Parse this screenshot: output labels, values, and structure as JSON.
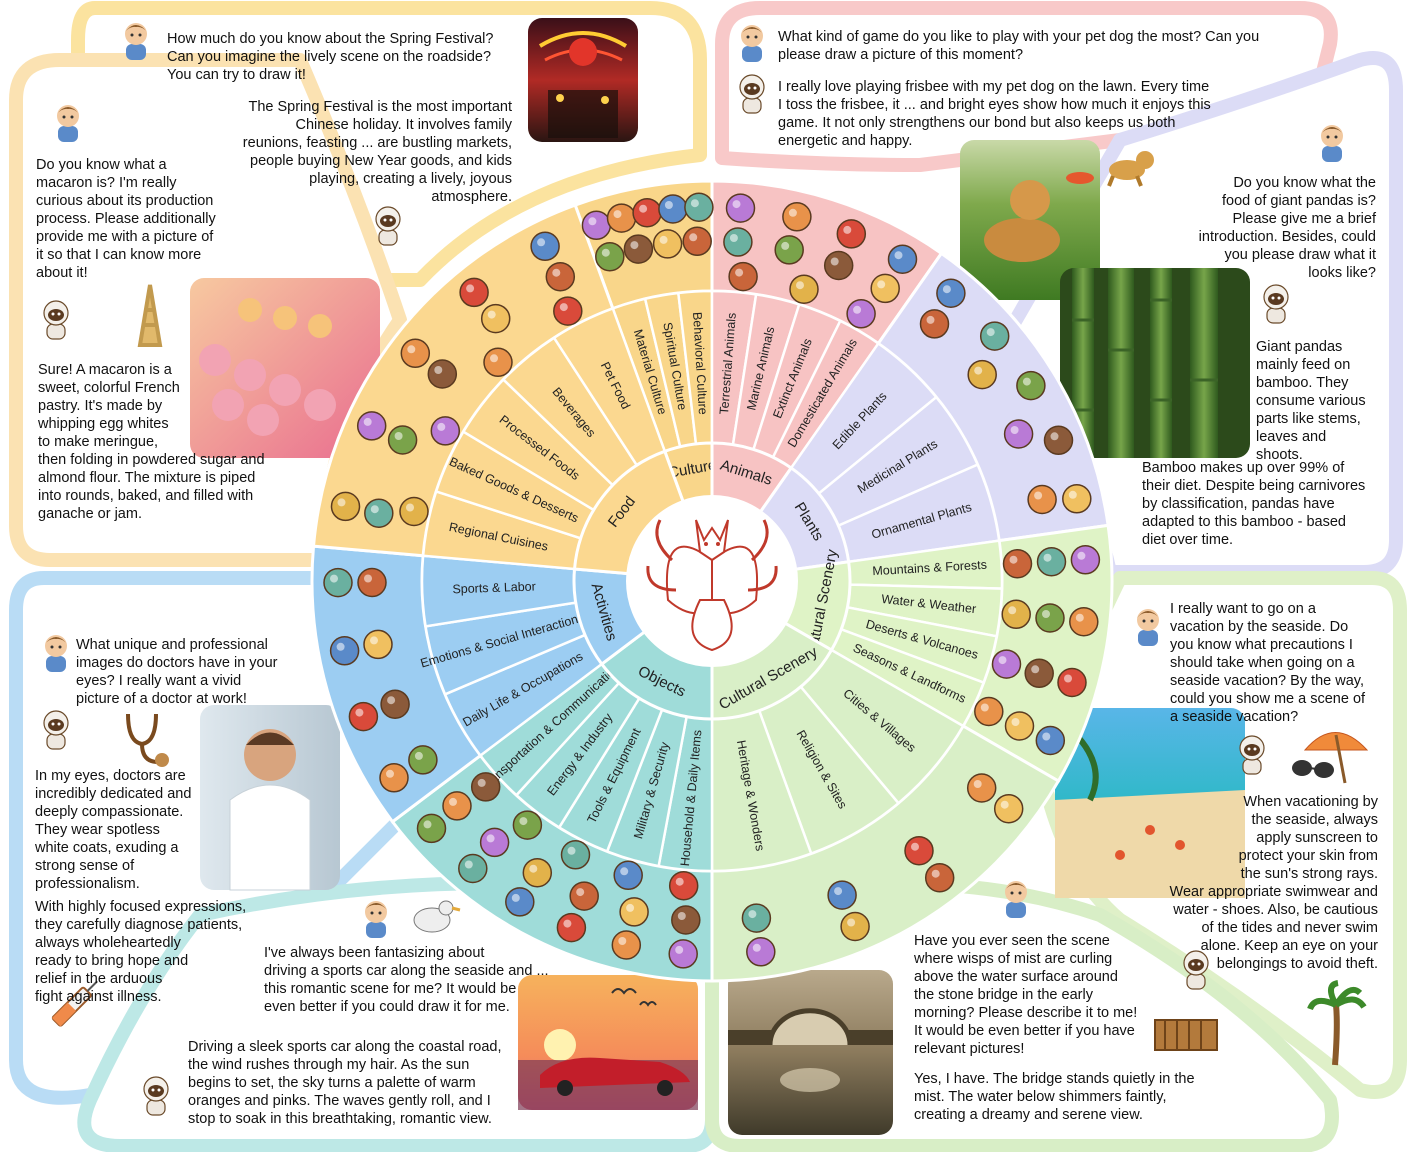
{
  "center_icon": "nine-tailed-fox-icon",
  "colors": {
    "culture": "#f9d68a",
    "animals": "#f7c3c3",
    "plants": "#dcdcf6",
    "natural": "#dff3c6",
    "cultural": "#d9efc7",
    "objects": "#9fdcd9",
    "activities": "#9ccdf2",
    "food": "#fbd890"
  },
  "categories": [
    {
      "id": "culture",
      "label": "Culture",
      "subs": [
        "Material Culture",
        "Spiritual Culture",
        "Behavioral Culture"
      ]
    },
    {
      "id": "animals",
      "label": "Animals",
      "subs": [
        "Terrestrial Animals",
        "Marine Animals",
        "Extinct Animals",
        "Domesticated Animals"
      ]
    },
    {
      "id": "plants",
      "label": "Plants",
      "subs": [
        "Edible Plants",
        "Medicinal Plants",
        "Ornamental Plants"
      ]
    },
    {
      "id": "natural",
      "label": "Natural Scenery",
      "subs": [
        "Mountains & Forests",
        "Water & Weather",
        "Deserts & Volcanoes",
        "Seasons & Landforms"
      ]
    },
    {
      "id": "cultural",
      "label": "Cultural Scenery",
      "subs": [
        "Cities & Villages",
        "Religion & Sites",
        "Heritage & Wonders"
      ]
    },
    {
      "id": "objects",
      "label": "Objects",
      "subs": [
        "Household & Daily Items",
        "Military & Security",
        "Tools & Equipment",
        "Energy & Industry",
        "Transportation & Communication"
      ]
    },
    {
      "id": "activities",
      "label": "Activities",
      "subs": [
        "Daily Life & Occupations",
        "Emotions & Social Interactions",
        "Sports & Labor"
      ]
    },
    {
      "id": "food",
      "label": "Food",
      "subs": [
        "Regional Cuisines",
        "Baked Goods & Desserts",
        "Processed Foods",
        "Beverages",
        "Pet Food"
      ]
    }
  ],
  "panels": {
    "spring": {
      "question": "How much do you know about the Spring Festival?\nCan you imagine the lively scene on the roadside?\nYou can try to draw it!",
      "answer": "The Spring Festival is the most important\nChinese holiday. It involves family\nreunions, feasting ... are bustling markets,\npeople buying New Year goods, and kids\nplaying, creating a lively, joyous\natmosphere."
    },
    "dog": {
      "question": "What kind of game do you like to play with your pet dog the most? Can you\nplease draw a picture of this moment?",
      "answer": "I really love playing frisbee with my pet dog on the lawn. Every time\nI toss the frisbee, it ... and bright eyes show how much it enjoys this\ngame. It not only strengthens our bond but also keeps us both\nenergetic and happy."
    },
    "panda": {
      "question": "Do you know what the\nfood of giant pandas is?\nPlease give me a brief\nintroduction. Besides, could\nyou please draw what it\nlooks like?",
      "answer_a": "Giant pandas\nmainly feed on\nbamboo. They\nconsume various\nparts like stems,\nleaves and\nshoots.",
      "answer_b": "Bamboo makes up over 99% of\ntheir diet. Despite being carnivores\nby classification, pandas have\nadapted to this bamboo - based\ndiet over time."
    },
    "macaron": {
      "question": "Do you know what a\nmacaron is? I'm really\ncurious about its production\nprocess. Please additionally\nprovide me with a picture of\nit so that I can know more\nabout it!",
      "answer": "Sure! A macaron is a\nsweet, colorful French\npastry. It's made by\nwhipping egg whites\nto make meringue,\nthen folding in powdered sugar and\nalmond flour. The mixture is piped\ninto rounds, baked, and filled with\nganache or jam."
    },
    "doctor": {
      "question": "What unique and professional\nimages do doctors have in your\neyes? I really want a vivid\npicture of a doctor at work!",
      "answer_a": "In my eyes, doctors are\nincredibly dedicated and\ndeeply compassionate.\nThey wear spotless\nwhite coats, exuding a\nstrong sense of\nprofessionalism.",
      "answer_b": "With highly focused expressions,\nthey carefully diagnose patients,\nalways wholeheartedly\nready to bring hope and\nrelief in the arduous\nfight against illness."
    },
    "seaside": {
      "question": "I really want to go on a\nvacation by the seaside. Do\nyou know what precautions I\nshould take when going on a\nseaside vacation? By the way,\ncould you show me a scene of\na seaside vacation?",
      "answer": "When vacationing by\nthe seaside, always\napply sunscreen to\nprotect your skin from\nthe sun's strong rays.\nWear appropriate swimwear and\nwater - shoes. Also, be cautious\nof the tides and never swim\nalone. Keep an eye on your\nbelongings to avoid theft."
    },
    "car": {
      "question": "I've always been fantasizing about\ndriving a sports car along the seaside and ...\nthis romantic scene for me? It would be\neven better if you could draw it for me.",
      "answer": "Driving a sleek sports car along the coastal road,\nthe wind rushes through my hair. As the sun\nbegins to set, the sky turns a palette of warm\noranges and pinks. The waves gently roll, and I\nstop to soak in this breathtaking, romantic view."
    },
    "bridge": {
      "question": "Have you ever seen the scene\nwhere wisps of mist are curling\nabove the water surface around\nthe stone bridge in the early\nmorning? Please describe it to me!\nIt would be even better if you have\nrelevant pictures!",
      "answer": "Yes, I have. The bridge stands quietly in the\nmist. The water below shimmers faintly,\ncreating a dreamy and serene view."
    }
  },
  "icons": {
    "culture": [
      "calligraphy-scroll-icon",
      "suit-icon",
      "dragon-icon",
      "roast-turkey-icon",
      "pumpkin-icon",
      "piano-icon",
      "lantern-icon",
      "tang-jacket-icon",
      "violin-icon"
    ],
    "animals": [
      "panda-icon",
      "puppy-icon",
      "cat-icon",
      "bird-icon",
      "whale-icon",
      "bear-icon",
      "capybara-icon",
      "deer-icon",
      "chameleon-icon",
      "ostrich-icon",
      "lion-icon"
    ],
    "plants": [
      "pineapple-icon",
      "corn-icon",
      "lettuce-icon",
      "apple-icon",
      "dragon-fruit-icon",
      "banana-icon",
      "sweet-potato-icon",
      "bamboo-icon",
      "tomato-icon"
    ],
    "natural": [
      "beach-icon",
      "sunset-icon",
      "snowy-forest-icon",
      "tornado-icon",
      "island-icon",
      "waterfall-icon",
      "rainbow-icon",
      "desert-icon",
      "mountain-icon",
      "lake-icon",
      "volcano-icon",
      "hill-icon"
    ],
    "cultural": [
      "temple-icon",
      "buildings-icon",
      "wall-icon",
      "cottage-icon",
      "cow-icon",
      "pagoda-icon",
      "park-icon",
      "bridge-icon"
    ],
    "objects": [
      "book-icon",
      "chair-icon",
      "fan-icon",
      "mug-icon",
      "lamp-icon",
      "table-icon",
      "glove-icon",
      "helmet-icon",
      "airplane-icon",
      "bicycle-icon",
      "bus-icon",
      "car-icon",
      "teddy-bear-icon",
      "headphones-icon",
      "shoe-icon",
      "bookshelf-icon",
      "window-icon"
    ],
    "activities": [
      "angry-face-icon",
      "worker-icon",
      "waving-person-icon",
      "runner-icon",
      "chef-icon",
      "person-icon",
      "doctor-icon",
      "handshake-icon"
    ],
    "food": [
      "wine-glass-icon",
      "juice-icon",
      "fries-icon",
      "dumplings-icon",
      "noodles-icon",
      "hotdog-icon",
      "beer-icon",
      "turkey-leg-icon",
      "skewer-icon",
      "canned-food-icon",
      "pancakes-icon",
      "chicken-leg-icon",
      "candy-icon",
      "burger-icon"
    ]
  }
}
